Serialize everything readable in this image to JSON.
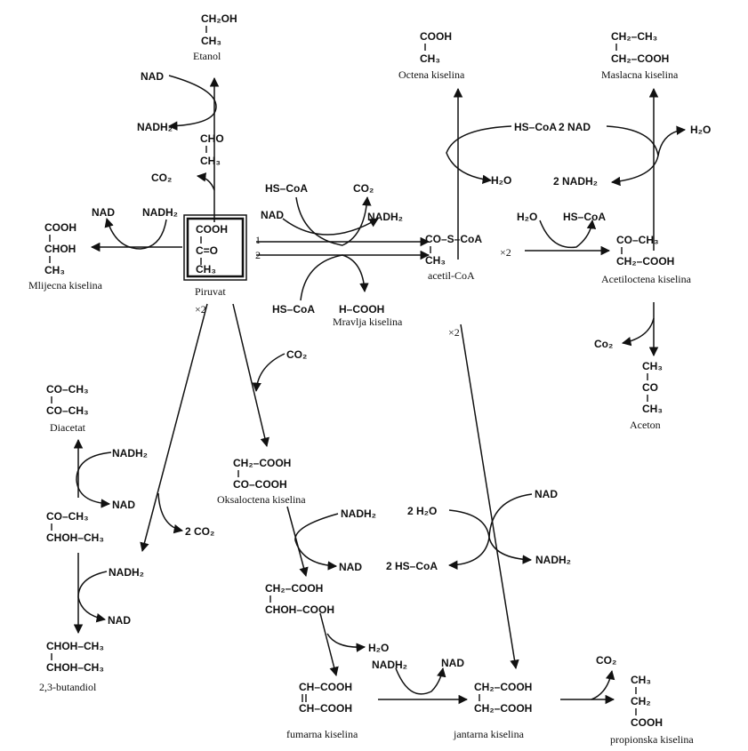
{
  "formulas": {
    "etanol_1": "CH₂OH",
    "etanol_2": "CH₃",
    "acetaldehid_1": "CHO",
    "acetaldehid_2": "CH₃",
    "octena_1": "COOH",
    "octena_2": "CH₃",
    "maslacna_1": "CH₂–CH₃",
    "maslacna_2": "CH₂–COOH",
    "mlijecna_1": "COOH",
    "mlijecna_2": "CHOH",
    "mlijecna_3": "CH₃",
    "piruvat_1": "COOH",
    "piruvat_2": "C=O",
    "piruvat_3": "CH₃",
    "acetilcoa_1": "CO–S–CoA",
    "acetilcoa_2": "CH₃",
    "acetiloctena_1": "CO–CH₃",
    "acetiloctena_2": "CH₂–COOH",
    "aceton_1": "CH₃",
    "aceton_2": "CO",
    "aceton_3": "CH₃",
    "diacetat_1": "CO–CH₃",
    "diacetat_2": "CO–CH₃",
    "acetoin_1": "CO–CH₃",
    "acetoin_2": "CHOH–CH₃",
    "butandiol_1": "CHOH–CH₃",
    "butandiol_2": "CHOH–CH₃",
    "oksaloctena_1": "CH₂–COOH",
    "oksaloctena_2": "CO–COOH",
    "jabucna_1": "CH₂–COOH",
    "jabucna_2": "CHOH–COOH",
    "fumarna_1": "CH–COOH",
    "fumarna_2": "CH–COOH",
    "jantarna_1": "CH₂–COOH",
    "jantarna_2": "CH₂–COOH",
    "propionska_1": "CH₃",
    "propionska_2": "CH₂",
    "propionska_3": "COOH"
  },
  "names": {
    "etanol": "Etanol",
    "octena": "Octena kiselina",
    "maslacna": "Maslacna kiselina",
    "mlijecna": "Mlijecna kiselina",
    "piruvat": "Piruvat",
    "acetilcoa": "acetil-CoA",
    "acetiloctena": "Acetiloctena kiselina",
    "mravlja": "Mravlja kiselina",
    "aceton": "Aceton",
    "diacetat": "Diacetat",
    "oksaloctena": "Oksaloctena kiselina",
    "butandiol": "2,3-butandiol",
    "fumarna": "fumarna kiselina",
    "jantarna": "jantarna kiselina",
    "propionska": "propionska kiselina"
  },
  "cofactors": {
    "etanol_nad": "NAD",
    "etanol_nadh": "NADH₂",
    "co2_top": "CO₂",
    "lact_nad": "NAD",
    "lact_nadh": "NADH₂",
    "pyr_hscoa": "HS–CoA",
    "pyr_co2": "CO₂",
    "pyr_nad": "NAD",
    "pyr_nadh": "NADH₂",
    "pyr_hscoa2": "HS–CoA",
    "pyr_formate": "H–COOH",
    "path_1": "1",
    "path_2": "2",
    "x2_piruvat": "×2",
    "x2_acetyl": "×2",
    "x2_jantarna": "×2",
    "oct_hscoa": "HS–CoA",
    "oct_h2o": "H₂O",
    "but_2nad": "2 NAD",
    "but_h2o": "H₂O",
    "but_2nadh": "2 NADH₂",
    "aa_h2o": "H₂O",
    "aa_hscoa": "HS–CoA",
    "aceton_co2": "Co₂",
    "ox_co2": "CO₂",
    "dia_nadh": "NADH₂",
    "dia_nad": "NAD",
    "acetoin_co2": "2 CO₂",
    "bd_nadh": "NADH₂",
    "bd_nad": "NAD",
    "mal_nadh": "NADH₂",
    "mal_nad": "NAD",
    "suc_2h2o": "2 H₂O",
    "suc_nad": "NAD",
    "suc_2hscoa": "2 HS–CoA",
    "suc_nadh": "NADH₂",
    "fum_h2o": "H₂O",
    "fum_nadh": "NADH₂",
    "fum_nad": "NAD",
    "prop_co2": "CO₂"
  }
}
